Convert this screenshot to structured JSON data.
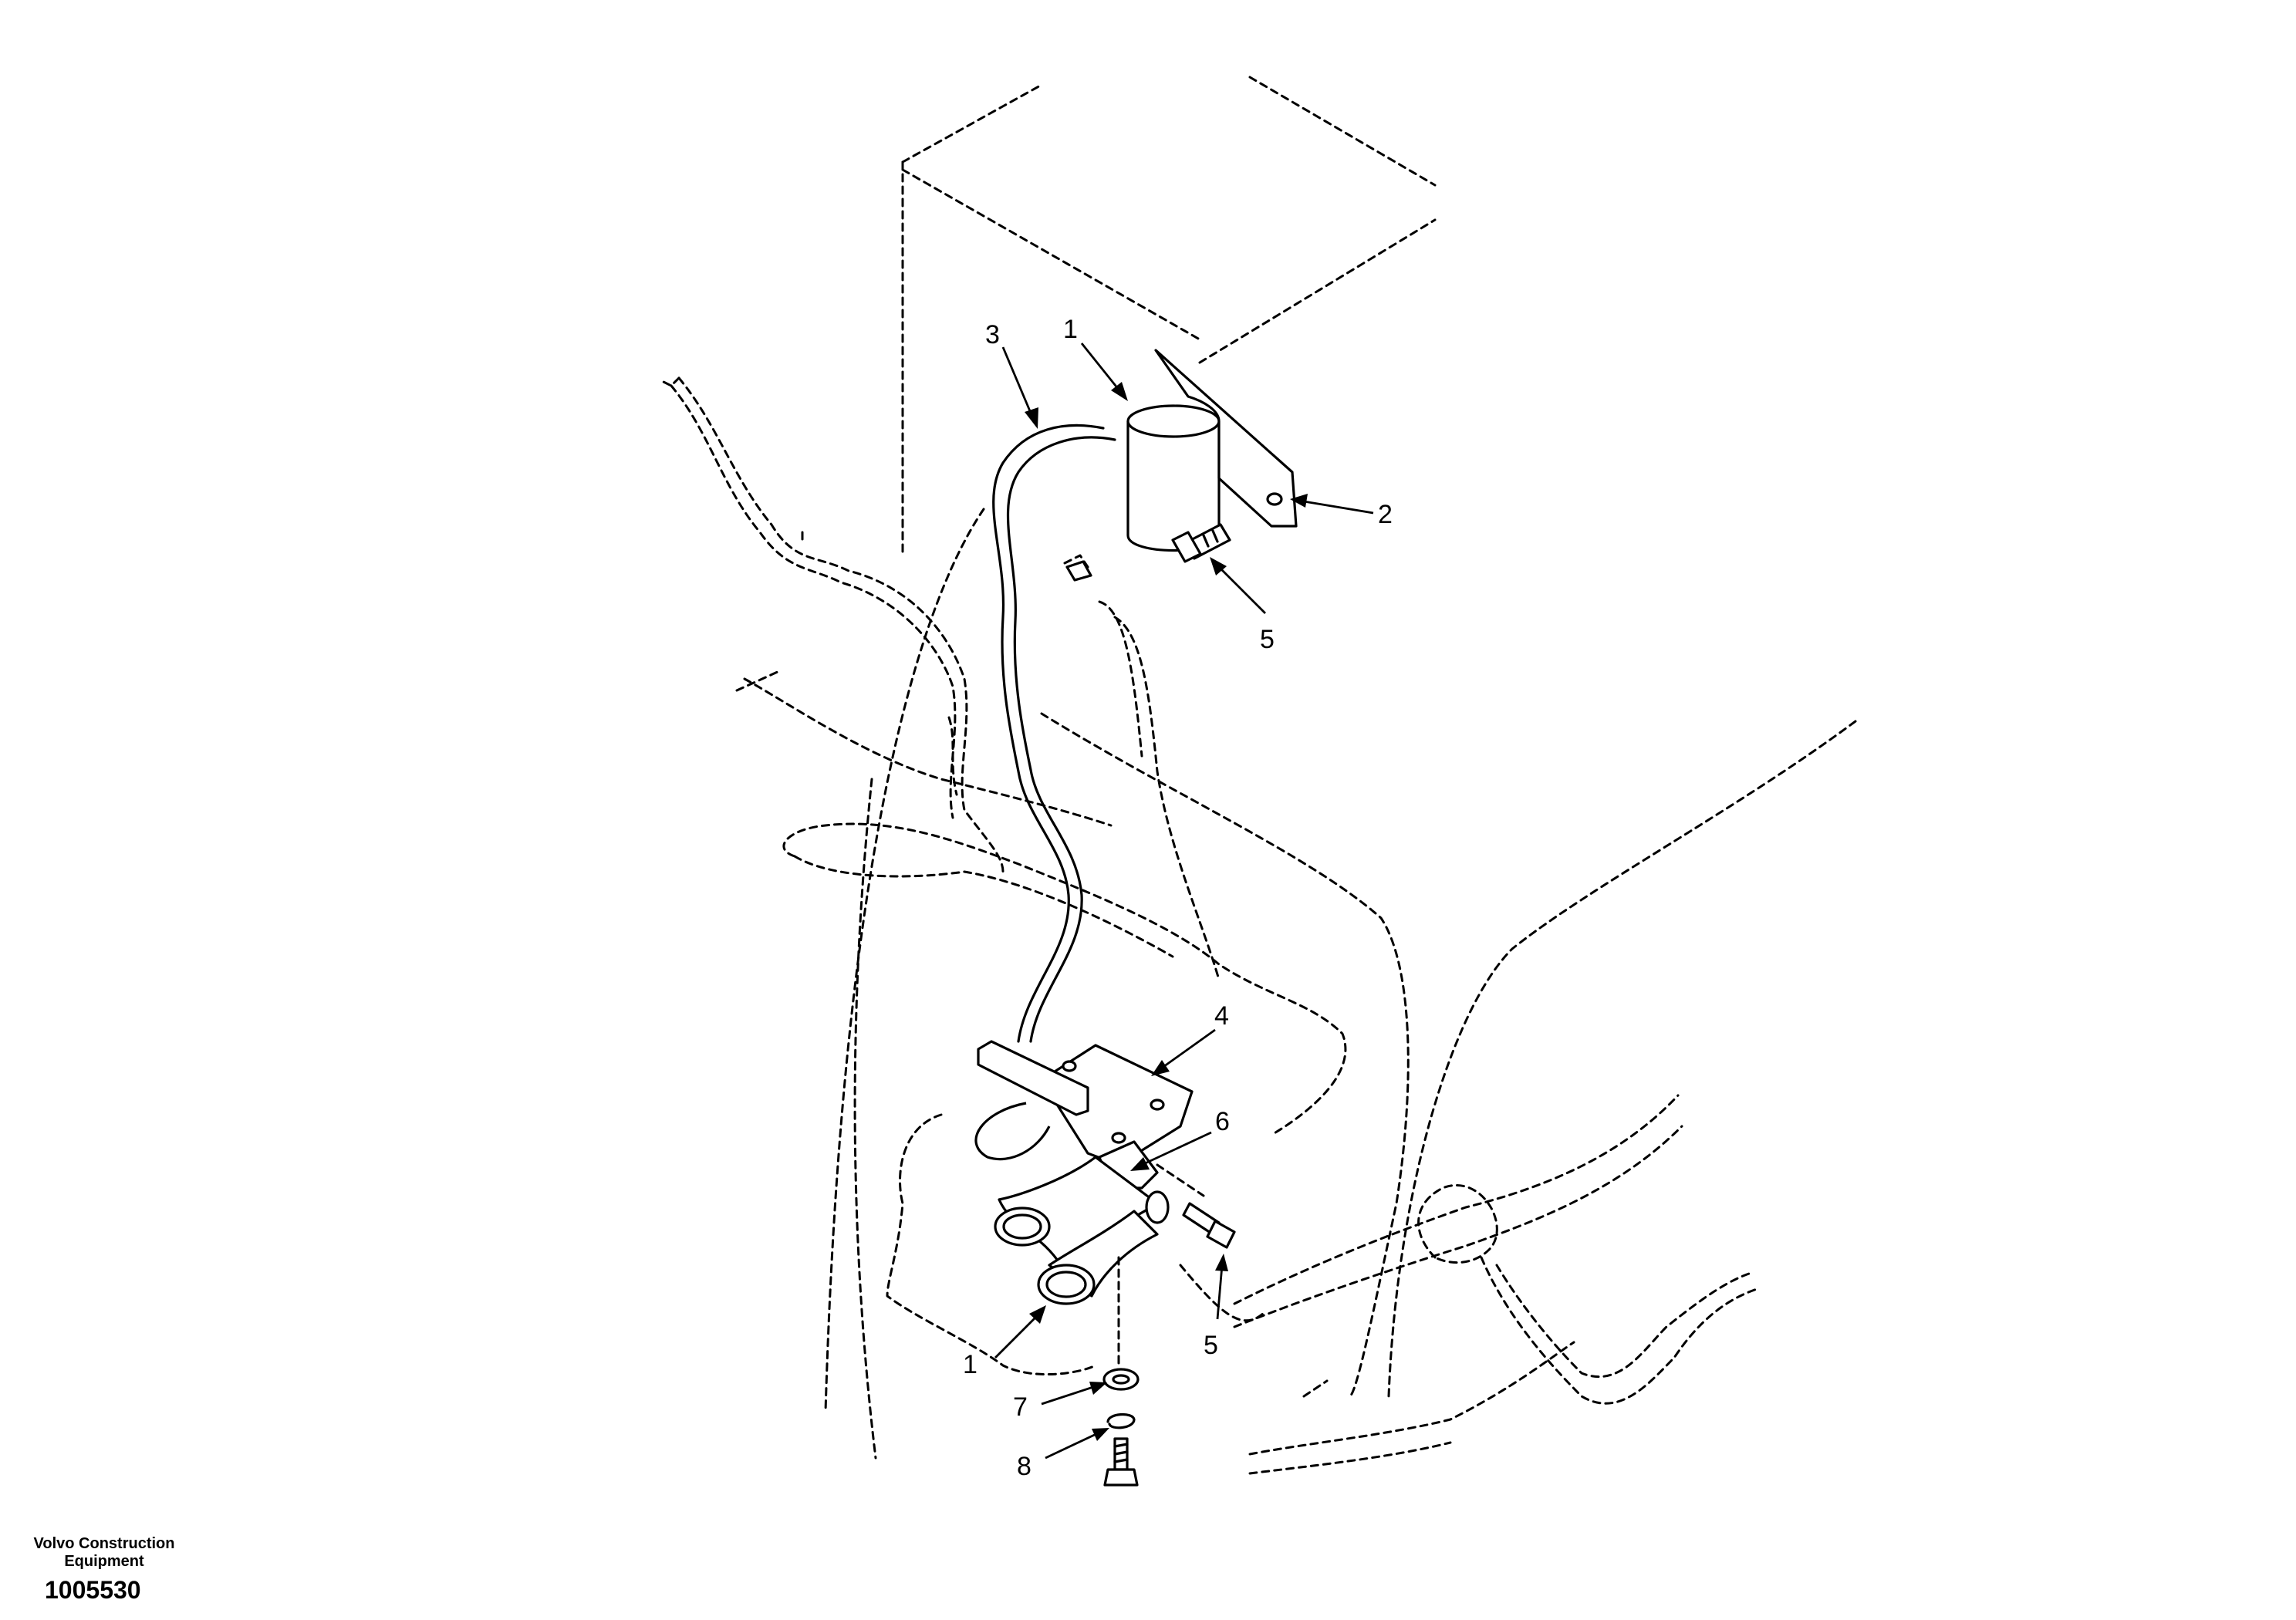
{
  "callouts": {
    "c1_top": "1",
    "c3": "3",
    "c2": "2",
    "c5_top": "5",
    "c4": "4",
    "c6": "6",
    "c1_bottom": "1",
    "c5_bottom": "5",
    "c7": "7",
    "c8": "8"
  },
  "footer": {
    "brand_line1": "Volvo Construction",
    "brand_line2": "Equipment",
    "doc_number": "1005530"
  }
}
